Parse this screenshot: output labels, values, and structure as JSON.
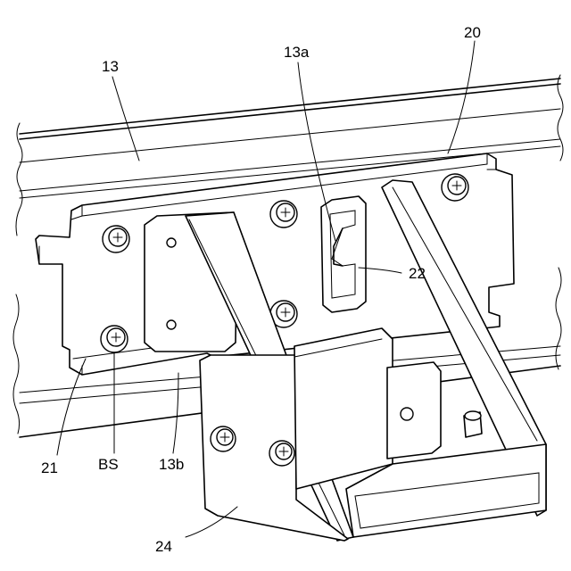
{
  "labels": {
    "rail": "13",
    "rail_slot": "13a",
    "plate_top": "20",
    "plate_left": "21",
    "hook": "22",
    "bolt": "BS",
    "rail_lower": "13b",
    "bracket": "24"
  }
}
